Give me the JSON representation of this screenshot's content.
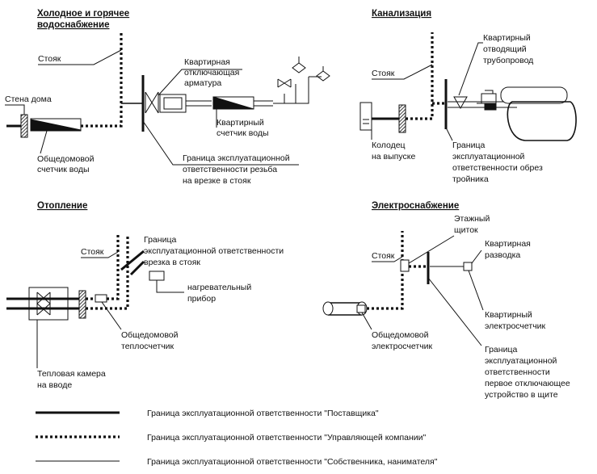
{
  "water": {
    "title_line1": "Холодное и горячее",
    "title_line2": "водоснабжение",
    "riser": "Стояк",
    "house_wall": "Стена дома",
    "shutoff_line1": "Квартирная",
    "shutoff_line2": "отключающая",
    "shutoff_line3": "арматура",
    "apt_meter_line1": "Квартирный",
    "apt_meter_line2": "счетчик воды",
    "common_meter_line1": "Общедомовой",
    "common_meter_line2": "счетчик воды",
    "boundary_line1": "Граница эксплуатационной",
    "boundary_line2": "ответственности   резьба",
    "boundary_line3": "на врезке в стояк"
  },
  "sewage": {
    "title": "Канализация",
    "riser": "Стояк",
    "pipe_line1": "Квартирный",
    "pipe_line2": "отводящий",
    "pipe_line3": "трубопровод",
    "well_line1": "Колодец",
    "well_line2": "на выпуске",
    "boundary_line1": "Граница",
    "boundary_line2": "эксплуатационной",
    "boundary_line3": "ответственности обрез",
    "boundary_line4": "тройника"
  },
  "heating": {
    "title": "Отопление",
    "riser": "Стояк",
    "boundary_line1": "Граница",
    "boundary_line2": "эксплуатационной ответственности",
    "boundary_line3": "врезка в стояк",
    "heater_line1": "нагревательный",
    "heater_line2": "прибор",
    "heat_meter_line1": "Общедомовой",
    "heat_meter_line2": "теплосчетчик",
    "chamber_line1": "Тепловая камера",
    "chamber_line2": "на вводе"
  },
  "power": {
    "title": "Электроснабжение",
    "panel_line1": "Этажный",
    "panel_line2": "щиток",
    "riser": "Стояк",
    "wiring_line1": "Квартирная",
    "wiring_line2": "разводка",
    "apt_meter_line1": "Квартирный",
    "apt_meter_line2": "электросчетчик",
    "common_meter_line1": "Общедомовой",
    "common_meter_line2": "электросчетчик",
    "boundary_line1": "Граница",
    "boundary_line2": "эксплуатационной",
    "boundary_line3": "ответственности",
    "boundary_line4": "первое отключающее",
    "boundary_line5": "устройство в щите"
  },
  "legend": {
    "supplier": "Граница эксплуатационной ответственности \"Поставщика\"",
    "management": "Граница эксплуатационной ответственности \"Управляющей компании\"",
    "owner": "Граница эксплуатационной ответственности \"Собственника, нанимателя\""
  }
}
